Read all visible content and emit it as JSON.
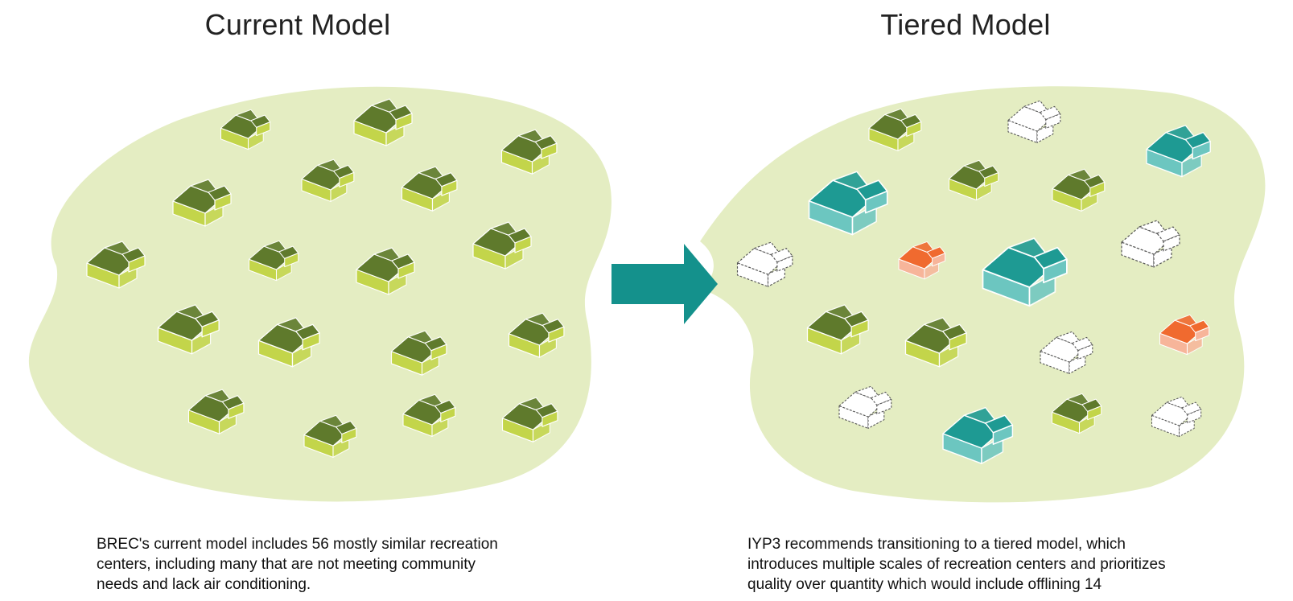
{
  "titles": {
    "left": "Current Model",
    "right": "Tiered Model"
  },
  "captions": {
    "left": [
      "BREC's current model includes 56 mostly similar recreation",
      "centers, including many that are not meeting community",
      "needs and lack air conditioning."
    ],
    "right": [
      "IYP3 recommends transitioning to a tiered model, which",
      "introduces multiple scales of recreation centers and prioritizes",
      "quality over quantity which would include offlining 14"
    ]
  },
  "colors": {
    "land": "#e4edc2",
    "standard_roof": "#5f7a2c",
    "standard_wall": "#c3d54a",
    "large_roof": "#1e9a93",
    "large_wall": "#6cc6c0",
    "small_roof": "#f06a2f",
    "small_wall": "#f7b59a",
    "offlined_outline": "#555555",
    "arrow": "#14918c"
  },
  "building_types": [
    "standard",
    "large",
    "small",
    "offlined"
  ]
}
